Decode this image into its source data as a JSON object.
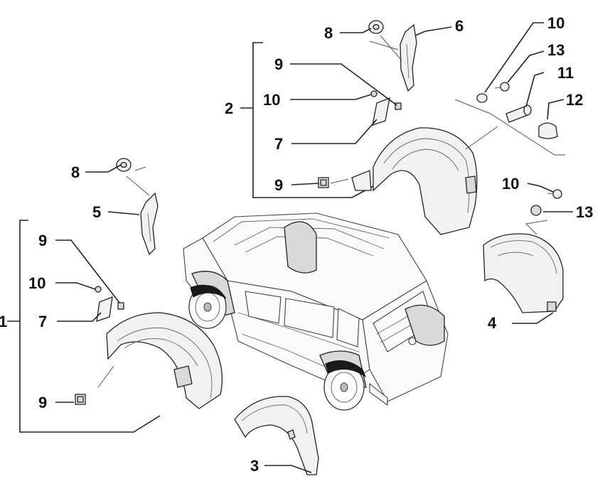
{
  "callouts": {
    "c1": "1",
    "c2": "2",
    "c3": "3",
    "c4": "4",
    "c5": "5",
    "c6": "6",
    "c7a": "7",
    "c7b": "7",
    "c8a": "8",
    "c8b": "8",
    "c9a": "9",
    "c9b": "9",
    "c9c": "9",
    "c9d": "9",
    "c10a": "10",
    "c10b": "10",
    "c10c": "10",
    "c10d": "10",
    "c11": "11",
    "c12": "12",
    "c13a": "13",
    "c13b": "13"
  }
}
